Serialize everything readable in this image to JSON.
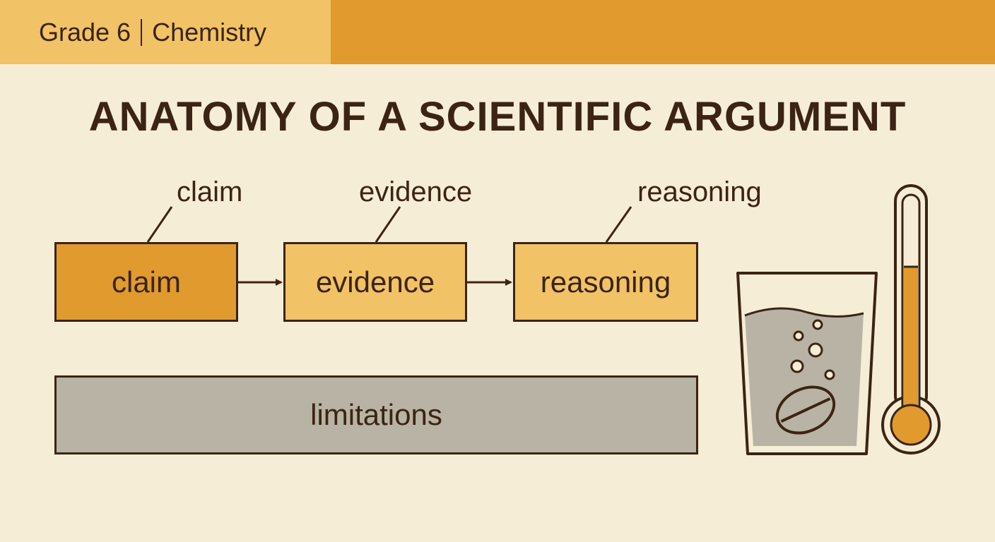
{
  "header": {
    "grade": "Grade 6",
    "subject": "Chemistry"
  },
  "title": "ANATOMY OF A SCIENTIFIC ARGUMENT",
  "callouts": {
    "claim": "claim",
    "evidence": "evidence",
    "reasoning": "reasoning"
  },
  "boxes": {
    "claim": "claim",
    "evidence": "evidence",
    "reasoning": "reasoning",
    "limitations": "limitations"
  },
  "icons": {
    "glass": "fizzing-glass-icon",
    "thermometer": "thermometer-icon"
  },
  "colors": {
    "background": "#f6edd6",
    "header_dark": "#e09a2e",
    "header_light": "#f1c266",
    "ink": "#3b2414",
    "limitations": "#b8b3a4"
  }
}
